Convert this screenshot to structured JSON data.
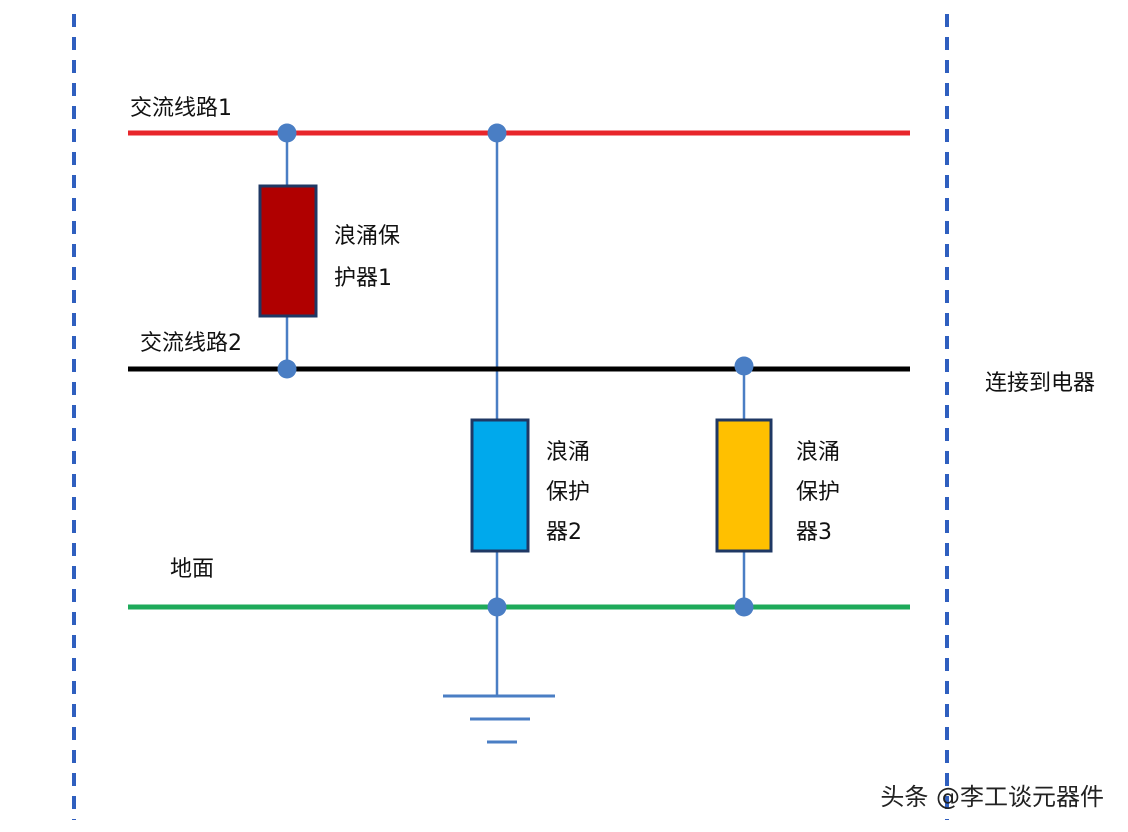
{
  "colors": {
    "boundary": "#2f5fbf",
    "ac_line_1": "#e8262b",
    "ac_line_2": "#000000",
    "ground_line": "#1eaa5a",
    "wire": "#4a7ec4",
    "node": "#4a7ec4",
    "protector_1": "#b00000",
    "protector_2": "#00a9ec",
    "protector_3": "#ffc000",
    "protector_border": "#1f3864"
  },
  "lines": {
    "ac_line_1": "交流线路1",
    "ac_line_2": "交流线路2",
    "ground": "地面"
  },
  "protectors": {
    "p1": [
      "浪涌保",
      "护器1"
    ],
    "p2": [
      "浪涌",
      "保护",
      "器2"
    ],
    "p3": [
      "浪涌",
      "保护",
      "器3"
    ]
  },
  "device_label": "连接到电器",
  "watermark": "头条 @李工谈元器件"
}
